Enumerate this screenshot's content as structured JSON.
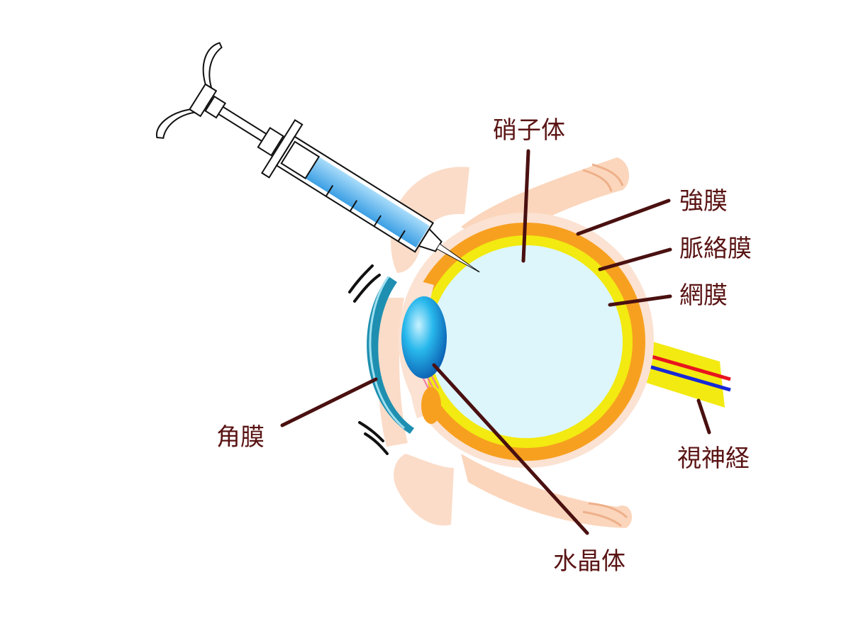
{
  "labels": {
    "vitreous": "硝子体",
    "sclera": "強膜",
    "choroid": "脈絡膜",
    "retina": "網膜",
    "optic_nerve": "視神経",
    "cornea": "角膜",
    "lens": "水晶体"
  },
  "colors": {
    "label_text": "#5a1414",
    "leader_line": "#4a1010",
    "skin": "#fbdcc8",
    "sclera_orange": "#f7a020",
    "retina_yellow": "#f2ea10",
    "vitreous_fill": "#ddf6fb",
    "lens_blue": "#1aa8e0",
    "cornea_blue": "#1e8fb0",
    "syringe_fluid": "#6cc0f2",
    "artery_red": "#e8141e",
    "vein_blue": "#1628d8"
  }
}
